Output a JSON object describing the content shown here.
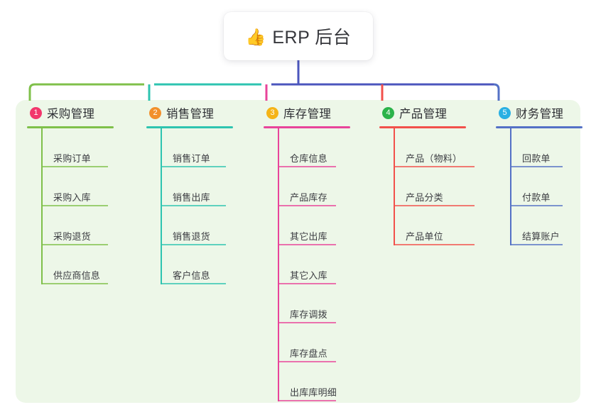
{
  "diagram": {
    "type": "mindmap-tree",
    "root": {
      "icon": "thumbs-up-icon",
      "emoji": "👍",
      "label": "ERP 后台"
    },
    "panel_background": "#edf7e8",
    "trunk_color": "#4b56bd",
    "branches": [
      {
        "index": "1",
        "badge_number": "1",
        "badge_color": "#f2376c",
        "color": "#7fc04a",
        "title": "采购管理",
        "items": [
          "采购订单",
          "采购入库",
          "采购退货",
          "供应商信息"
        ]
      },
      {
        "index": "2",
        "badge_number": "2",
        "badge_color": "#f2902c",
        "color": "#2ec4b0",
        "title": "销售管理",
        "items": [
          "销售订单",
          "销售出库",
          "销售退货",
          "客户信息"
        ]
      },
      {
        "index": "3",
        "badge_number": "3",
        "badge_color": "#f5b418",
        "color": "#e8449a",
        "title": "库存管理",
        "items": [
          "仓库信息",
          "产品库存",
          "其它出库",
          "其它入库",
          "库存调拨",
          "库存盘点",
          "出库库明细"
        ]
      },
      {
        "index": "4",
        "badge_number": "4",
        "badge_color": "#2cb34a",
        "color": "#f2504b",
        "title": "产品管理",
        "items": [
          "产品（物料）",
          "产品分类",
          "产品单位"
        ]
      },
      {
        "index": "5",
        "badge_number": "5",
        "badge_color": "#29b0e3",
        "color": "#5471c6",
        "title": "财务管理",
        "items": [
          "回款单",
          "付款单",
          "结算账户"
        ]
      }
    ],
    "connector_segments": [
      {
        "from": "1",
        "to": "2",
        "color": "#7fc04a"
      },
      {
        "from": "2",
        "to": "3",
        "color": "#2ec4b0"
      },
      {
        "from": "3",
        "to": "5",
        "color": "#4b56bd"
      }
    ]
  }
}
